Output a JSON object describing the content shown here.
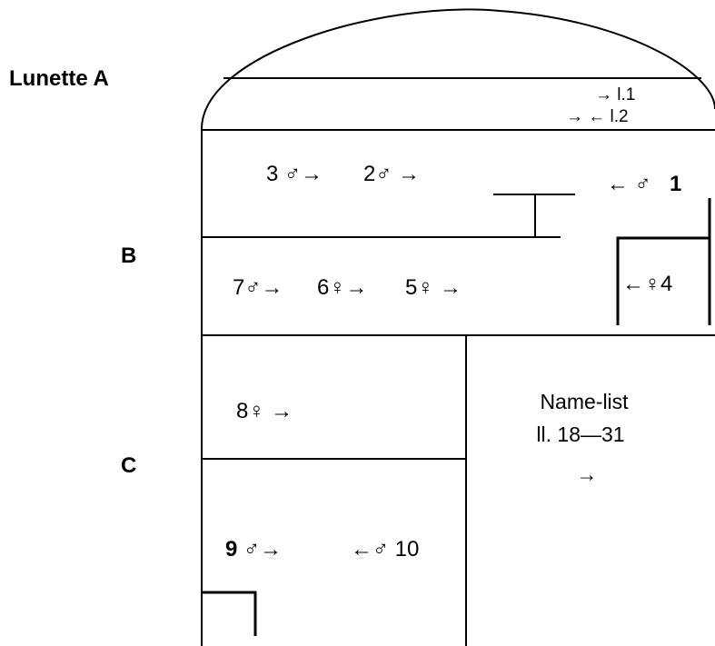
{
  "diagram": {
    "section_labels": {
      "a": "Lunette A",
      "b": "B",
      "c": "C"
    },
    "lunette_lines": {
      "line1": "→ l.1",
      "line2": "→ ← l.2"
    },
    "register_b_upper": {
      "fig3": "3 ♂→",
      "fig2": "2♂ →",
      "fig1_arrow": "← ♂",
      "fig1_num": "1"
    },
    "register_b_lower": {
      "fig7": "7♂→",
      "fig6": "6♀→",
      "fig5": "5♀ →",
      "fig4": "←♀4"
    },
    "register_c": {
      "fig8": "8♀ →",
      "fig9_num": "9",
      "fig9_sym": "♂→",
      "fig10": "←♂ 10"
    },
    "name_list": {
      "title": "Name-list",
      "lines": "ll. 18—31",
      "arrow": "→"
    }
  }
}
